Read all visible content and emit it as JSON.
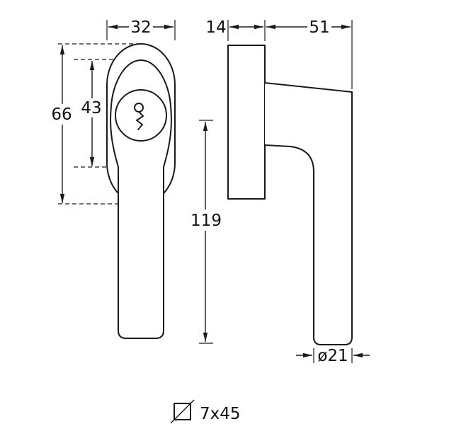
{
  "title": "Window handle technical drawing",
  "colors": {
    "line": "#1a1a1a",
    "background": "#ffffff"
  },
  "dimensions": {
    "front_width": "32",
    "rosette_thickness": "14",
    "projection": "51",
    "rosette_height": "66",
    "rosette_inner_height": "43",
    "grip_length": "119",
    "grip_diameter": "ø21",
    "spindle_size": "7x45"
  }
}
